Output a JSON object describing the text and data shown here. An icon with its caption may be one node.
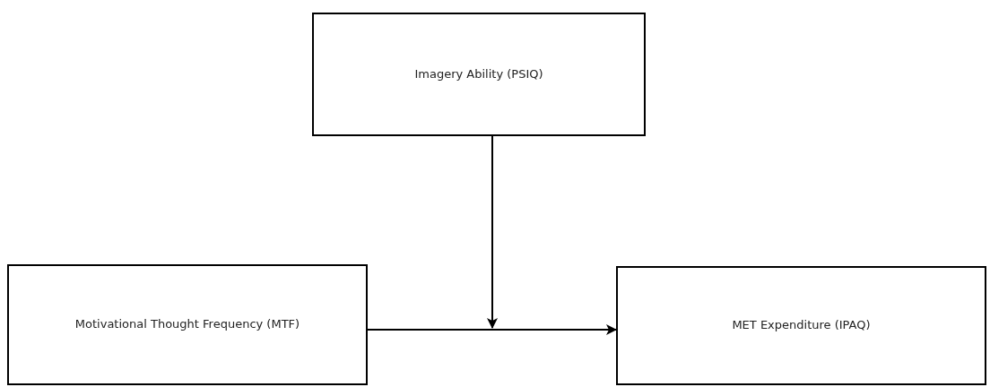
{
  "diagram": {
    "nodes": [
      {
        "text": [
          "Imagery Ability (PSIQ)"
        ]
      },
      {
        "text": [
          "Motivational Thought Frequency (MTF)"
        ]
      },
      {
        "text": [
          "MET Expenditure (IPAQ)"
        ]
      }
    ],
    "edges": [
      {
        "from": 1,
        "to": 2,
        "arrow": "to"
      },
      {
        "from": 0,
        "to": null,
        "arrow": "to"
      }
    ]
  }
}
